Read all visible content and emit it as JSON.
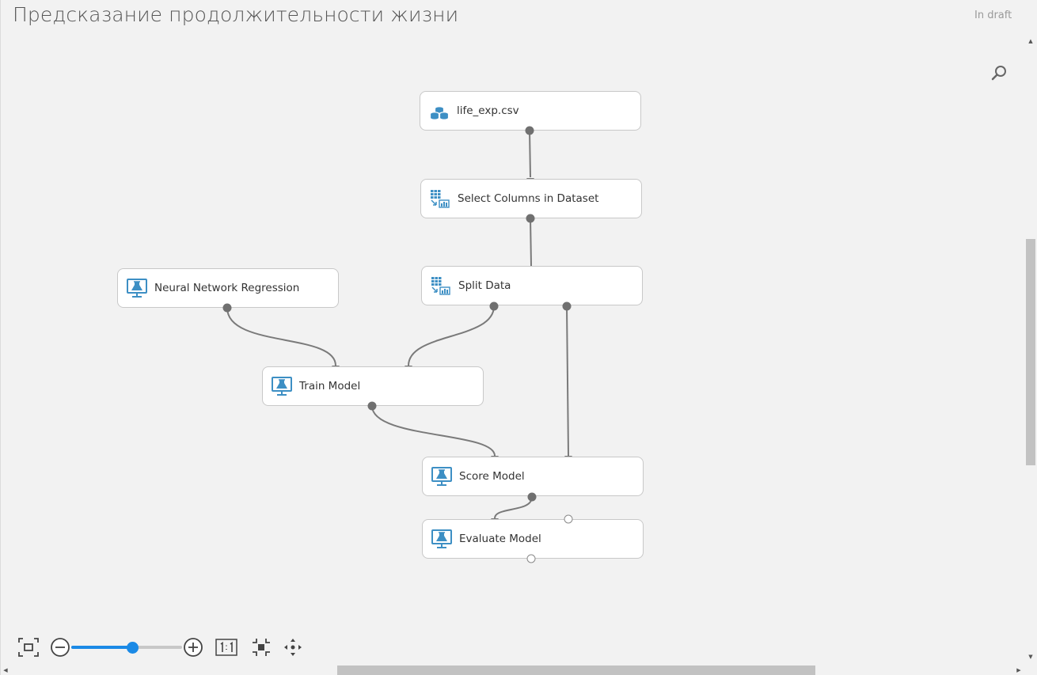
{
  "header": {
    "title": "Предсказание продолжительности жизни",
    "status": "In draft"
  },
  "toolbar": {
    "search_icon": "search-icon",
    "zoom_percent": 55
  },
  "icons": {
    "dataset": "database-icon",
    "transform": "table-transform-icon",
    "model": "flask-monitor-icon"
  },
  "colors": {
    "accent": "#1b8ae6",
    "icon": "#3d8fc4",
    "edge": "#7a7a7a",
    "node_border": "#c8c8c8",
    "canvas": "#f2f2f2"
  },
  "modules": [
    {
      "id": "life-exp-csv",
      "label": "life_exp.csv",
      "icon": "database-icon"
    },
    {
      "id": "select-columns",
      "label": "Select Columns in Dataset",
      "icon": "table-transform-icon"
    },
    {
      "id": "split-data",
      "label": "Split Data",
      "icon": "table-transform-icon"
    },
    {
      "id": "neural-network-regression",
      "label": "Neural Network Regression",
      "icon": "flask-monitor-icon"
    },
    {
      "id": "train-model",
      "label": "Train Model",
      "icon": "flask-monitor-icon"
    },
    {
      "id": "score-model",
      "label": "Score Model",
      "icon": "flask-monitor-icon"
    },
    {
      "id": "evaluate-model",
      "label": "Evaluate Model",
      "icon": "flask-monitor-icon"
    }
  ],
  "connections": [
    {
      "from": "life-exp-csv",
      "to": "select-columns"
    },
    {
      "from": "select-columns",
      "to": "split-data"
    },
    {
      "from": "neural-network-regression",
      "to": "train-model"
    },
    {
      "from": "split-data",
      "to": "train-model"
    },
    {
      "from": "split-data",
      "to": "score-model"
    },
    {
      "from": "train-model",
      "to": "score-model"
    },
    {
      "from": "score-model",
      "to": "evaluate-model"
    }
  ]
}
